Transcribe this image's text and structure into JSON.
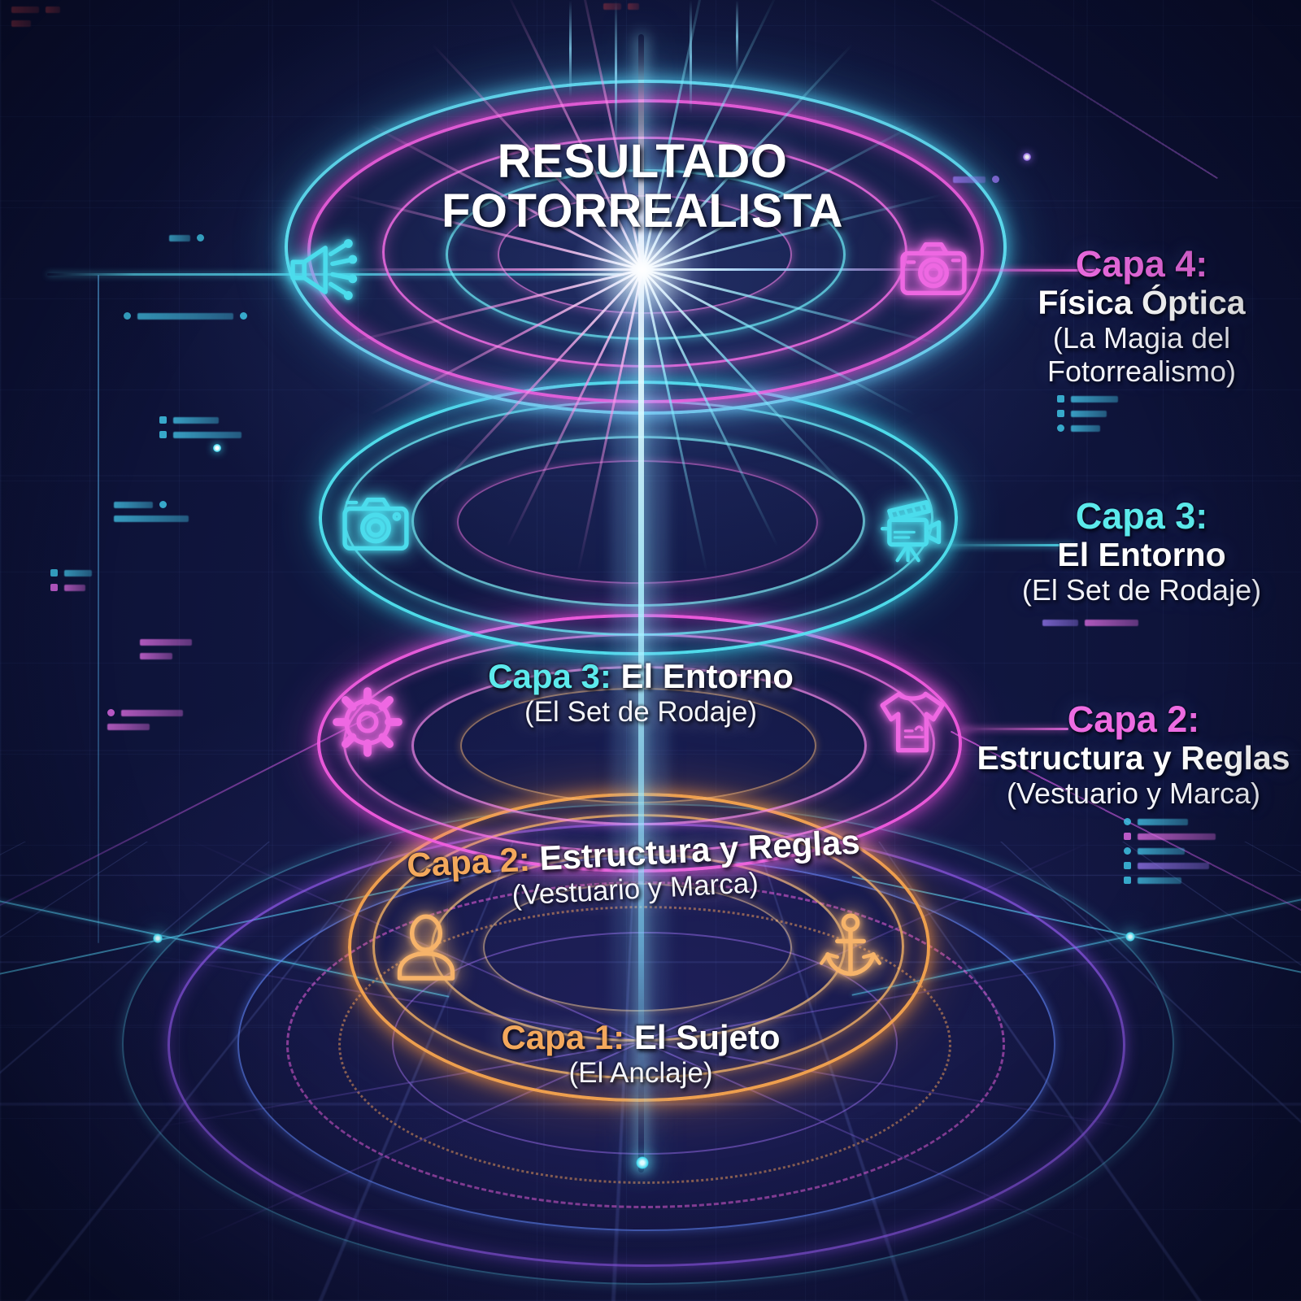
{
  "title": {
    "line1": "RESULTADO",
    "line2": "FOTORREALISTA"
  },
  "callouts": [
    {
      "capa": "Capa 4:",
      "name": "Física Óptica",
      "subs": [
        "(La Magia del",
        "Fotorrealismo)"
      ],
      "accent_color": "#ee6ce2"
    },
    {
      "capa": "Capa 3:",
      "name": "El Entorno",
      "subs": [
        "(El Set de Rodaje)"
      ],
      "accent_color": "#5ceaec"
    },
    {
      "capa": "Capa 2:",
      "name": "Estructura y Reglas",
      "subs": [
        "(Vestuario y Marca)"
      ],
      "accent_color": "#ee6ce2"
    }
  ],
  "ring_labels": [
    {
      "capa": "Capa 3:",
      "name": "El Entorno",
      "sub": "(El Set de Rodaje)",
      "accent_color": "#5ceaec"
    },
    {
      "capa": "Capa 2:",
      "name": "Estructura y Reglas",
      "sub": "(Vestuario y Marca)",
      "accent_color": "#f3a85c"
    },
    {
      "capa": "Capa 1:",
      "name": "El Sujeto",
      "sub": "(El Anclaje)",
      "accent_color": "#f3a85c"
    }
  ],
  "icons": [
    {
      "name": "megaphone-icon",
      "color": "#4bdcec"
    },
    {
      "name": "camera-icon-top",
      "color": "#ee68e2"
    },
    {
      "name": "camera-icon-left",
      "color": "#4bdcec"
    },
    {
      "name": "video-camera-icon",
      "color": "#4bdcec"
    },
    {
      "name": "gear-icon",
      "color": "#ee68e2"
    },
    {
      "name": "tshirt-icon",
      "color": "#ee68e2"
    },
    {
      "name": "person-icon",
      "color": "#f6b36a"
    },
    {
      "name": "anchor-icon",
      "color": "#f6b36a"
    }
  ],
  "colors": {
    "background": "#0d1236",
    "cyan": "#4bdcec",
    "pink": "#ee68e2",
    "magenta": "#f25ae0",
    "orange": "#f7a34e",
    "purple": "#985cf6",
    "white": "#ffffff"
  }
}
